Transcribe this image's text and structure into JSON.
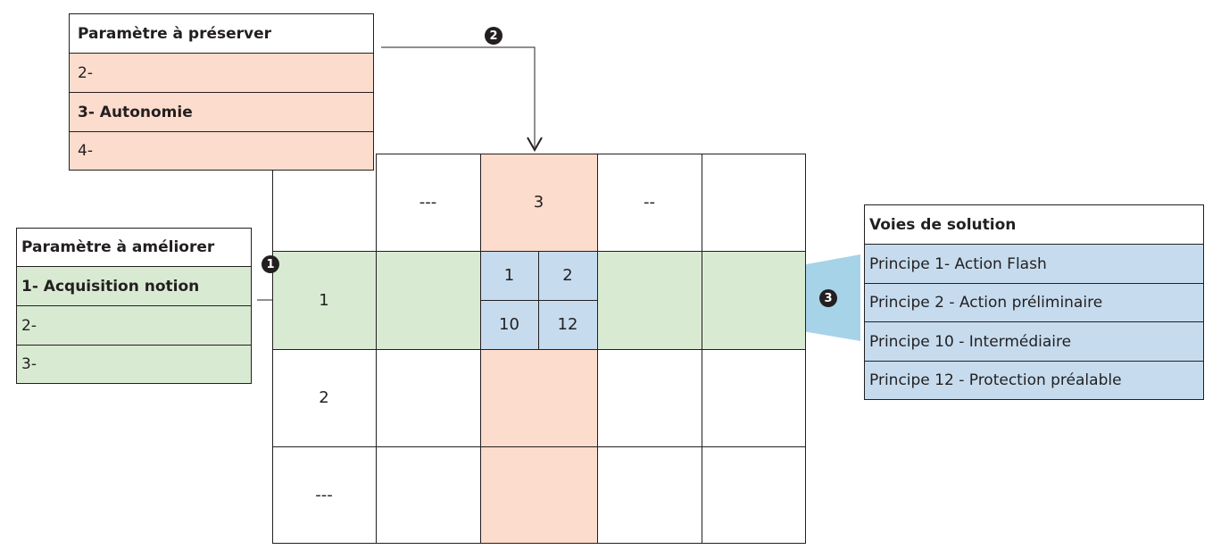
{
  "preserve_table": {
    "header": "Paramètre à préserver",
    "rows": [
      "2-",
      "3- Autonomie",
      "4-"
    ]
  },
  "improve_table": {
    "header": "Paramètre à améliorer",
    "rows": [
      "1- Acquisition notion",
      "2-",
      "3-"
    ]
  },
  "solutions_table": {
    "header": "Voies de solution",
    "rows": [
      "Principe 1- Action Flash",
      "Principe 2 - Action préliminaire",
      "Principe 10 - Intermédiaire",
      "Principe 12 - Protection préalable"
    ]
  },
  "matrix": {
    "col_headers": [
      "---",
      "3",
      "--"
    ],
    "row_headers": [
      "1",
      "2",
      "---"
    ],
    "principles": [
      "1",
      "2",
      "10",
      "12"
    ]
  },
  "markers": [
    "1",
    "2",
    "3"
  ],
  "colors": {
    "improve_green": "#d9ead3",
    "preserve_salmon": "#fcdccd",
    "principle_blue": "#c6dcee",
    "funnel_blue": "#a7d3e8"
  }
}
